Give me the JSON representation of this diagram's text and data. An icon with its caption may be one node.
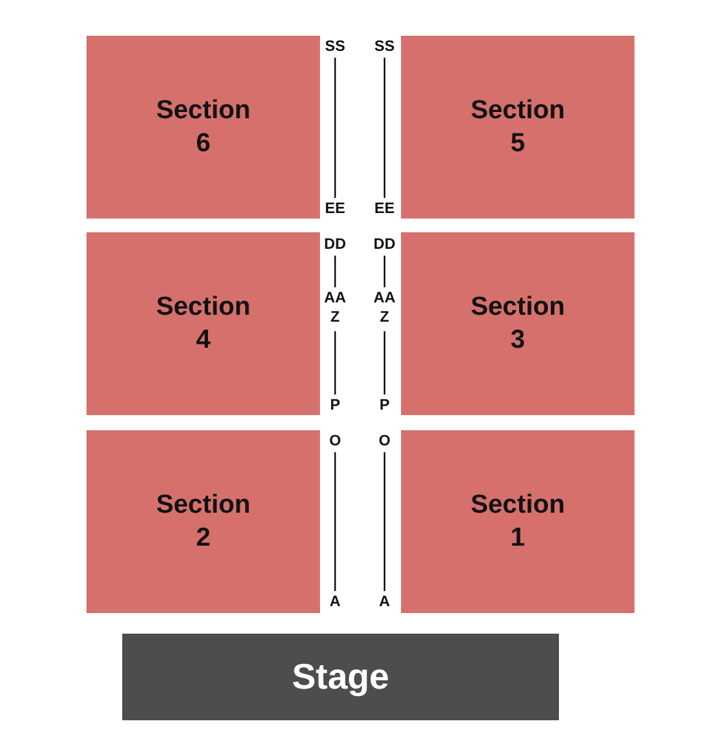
{
  "diagram": {
    "nodes": [
      {
        "text": [
          "Section 6"
        ]
      },
      {
        "text": [
          "Section 5"
        ]
      },
      {
        "text": [
          "Section 4"
        ]
      },
      {
        "text": [
          "Section 3"
        ]
      },
      {
        "text": [
          "Section 2"
        ]
      },
      {
        "text": [
          "Section 1"
        ]
      },
      {
        "text": [
          "Stage"
        ]
      }
    ],
    "edges": [],
    "labels": [
      "SS",
      "SS",
      "EE",
      "EE",
      "DD",
      "DD",
      "AA",
      "AA",
      "Z",
      "Z",
      "P",
      "P",
      "O",
      "O",
      "A",
      "A"
    ]
  }
}
